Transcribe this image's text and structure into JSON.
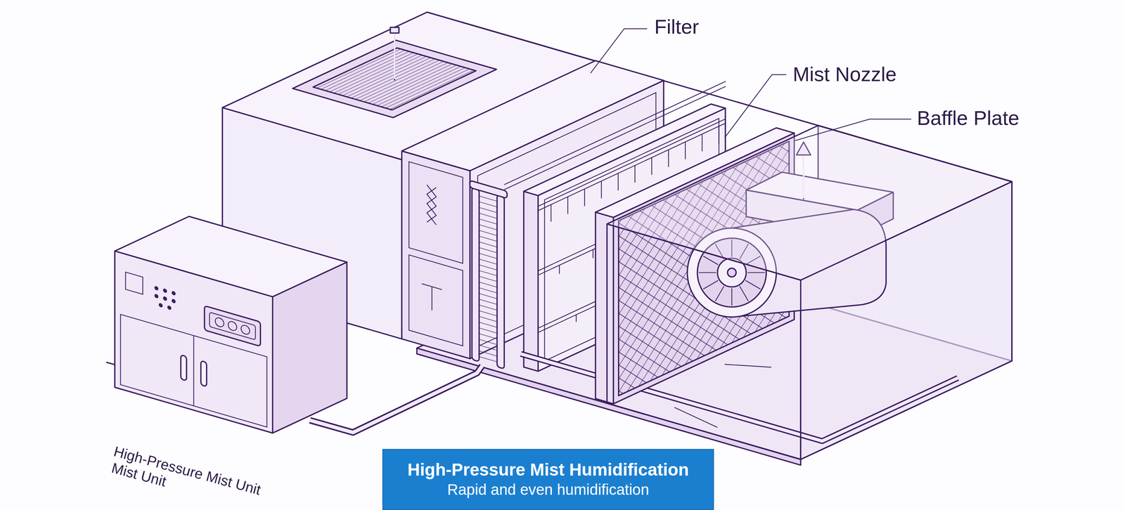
{
  "diagram": {
    "nodes": [
      {
        "text": [
          "High-Pressure Mist Humidification",
          "Rapid and even humidification"
        ]
      }
    ],
    "labels": [
      "Filter",
      "Mist Nozzle",
      "Baffle Plate",
      "High-Pressure Mist Unit",
      "Mist Unit"
    ]
  }
}
